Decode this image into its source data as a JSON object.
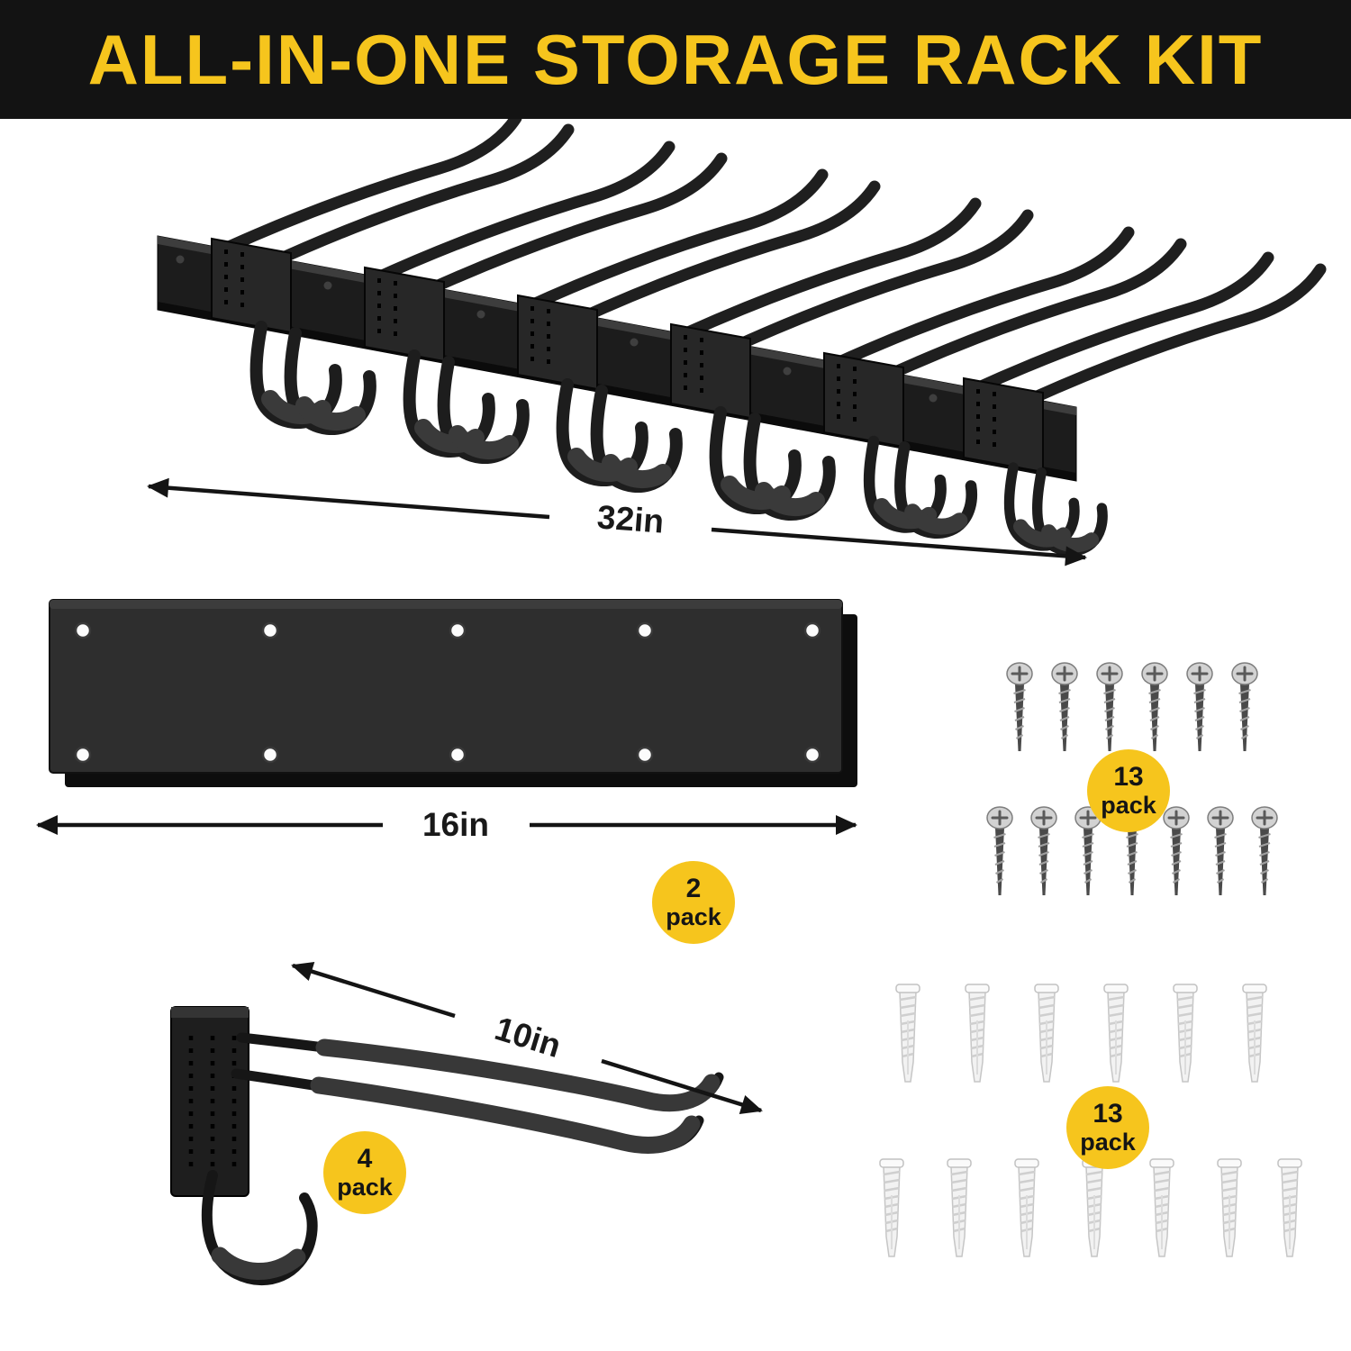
{
  "header": {
    "title": "ALL-IN-ONE STORAGE RACK KIT"
  },
  "annotations": {
    "rack_width": "32in",
    "rail_width": "16in",
    "hook_depth": "10in"
  },
  "badges": {
    "rail": {
      "count": "2",
      "label": "pack"
    },
    "hook": {
      "count": "4",
      "label": "pack"
    },
    "screws": {
      "count": "13",
      "label": "pack"
    },
    "anchors": {
      "count": "13",
      "label": "pack"
    }
  },
  "graphics": {
    "rack": "storage-rack-with-hooks",
    "rail": "mounting-rail-panel",
    "hook": "heavy-duty-double-hook",
    "screws": "mounting-screws",
    "anchors": "wall-anchors"
  },
  "colors": {
    "banner_bg": "#131313",
    "accent_yellow": "#F6C51D",
    "metal_dark": "#1d1d1d",
    "text_dark": "#191919"
  }
}
